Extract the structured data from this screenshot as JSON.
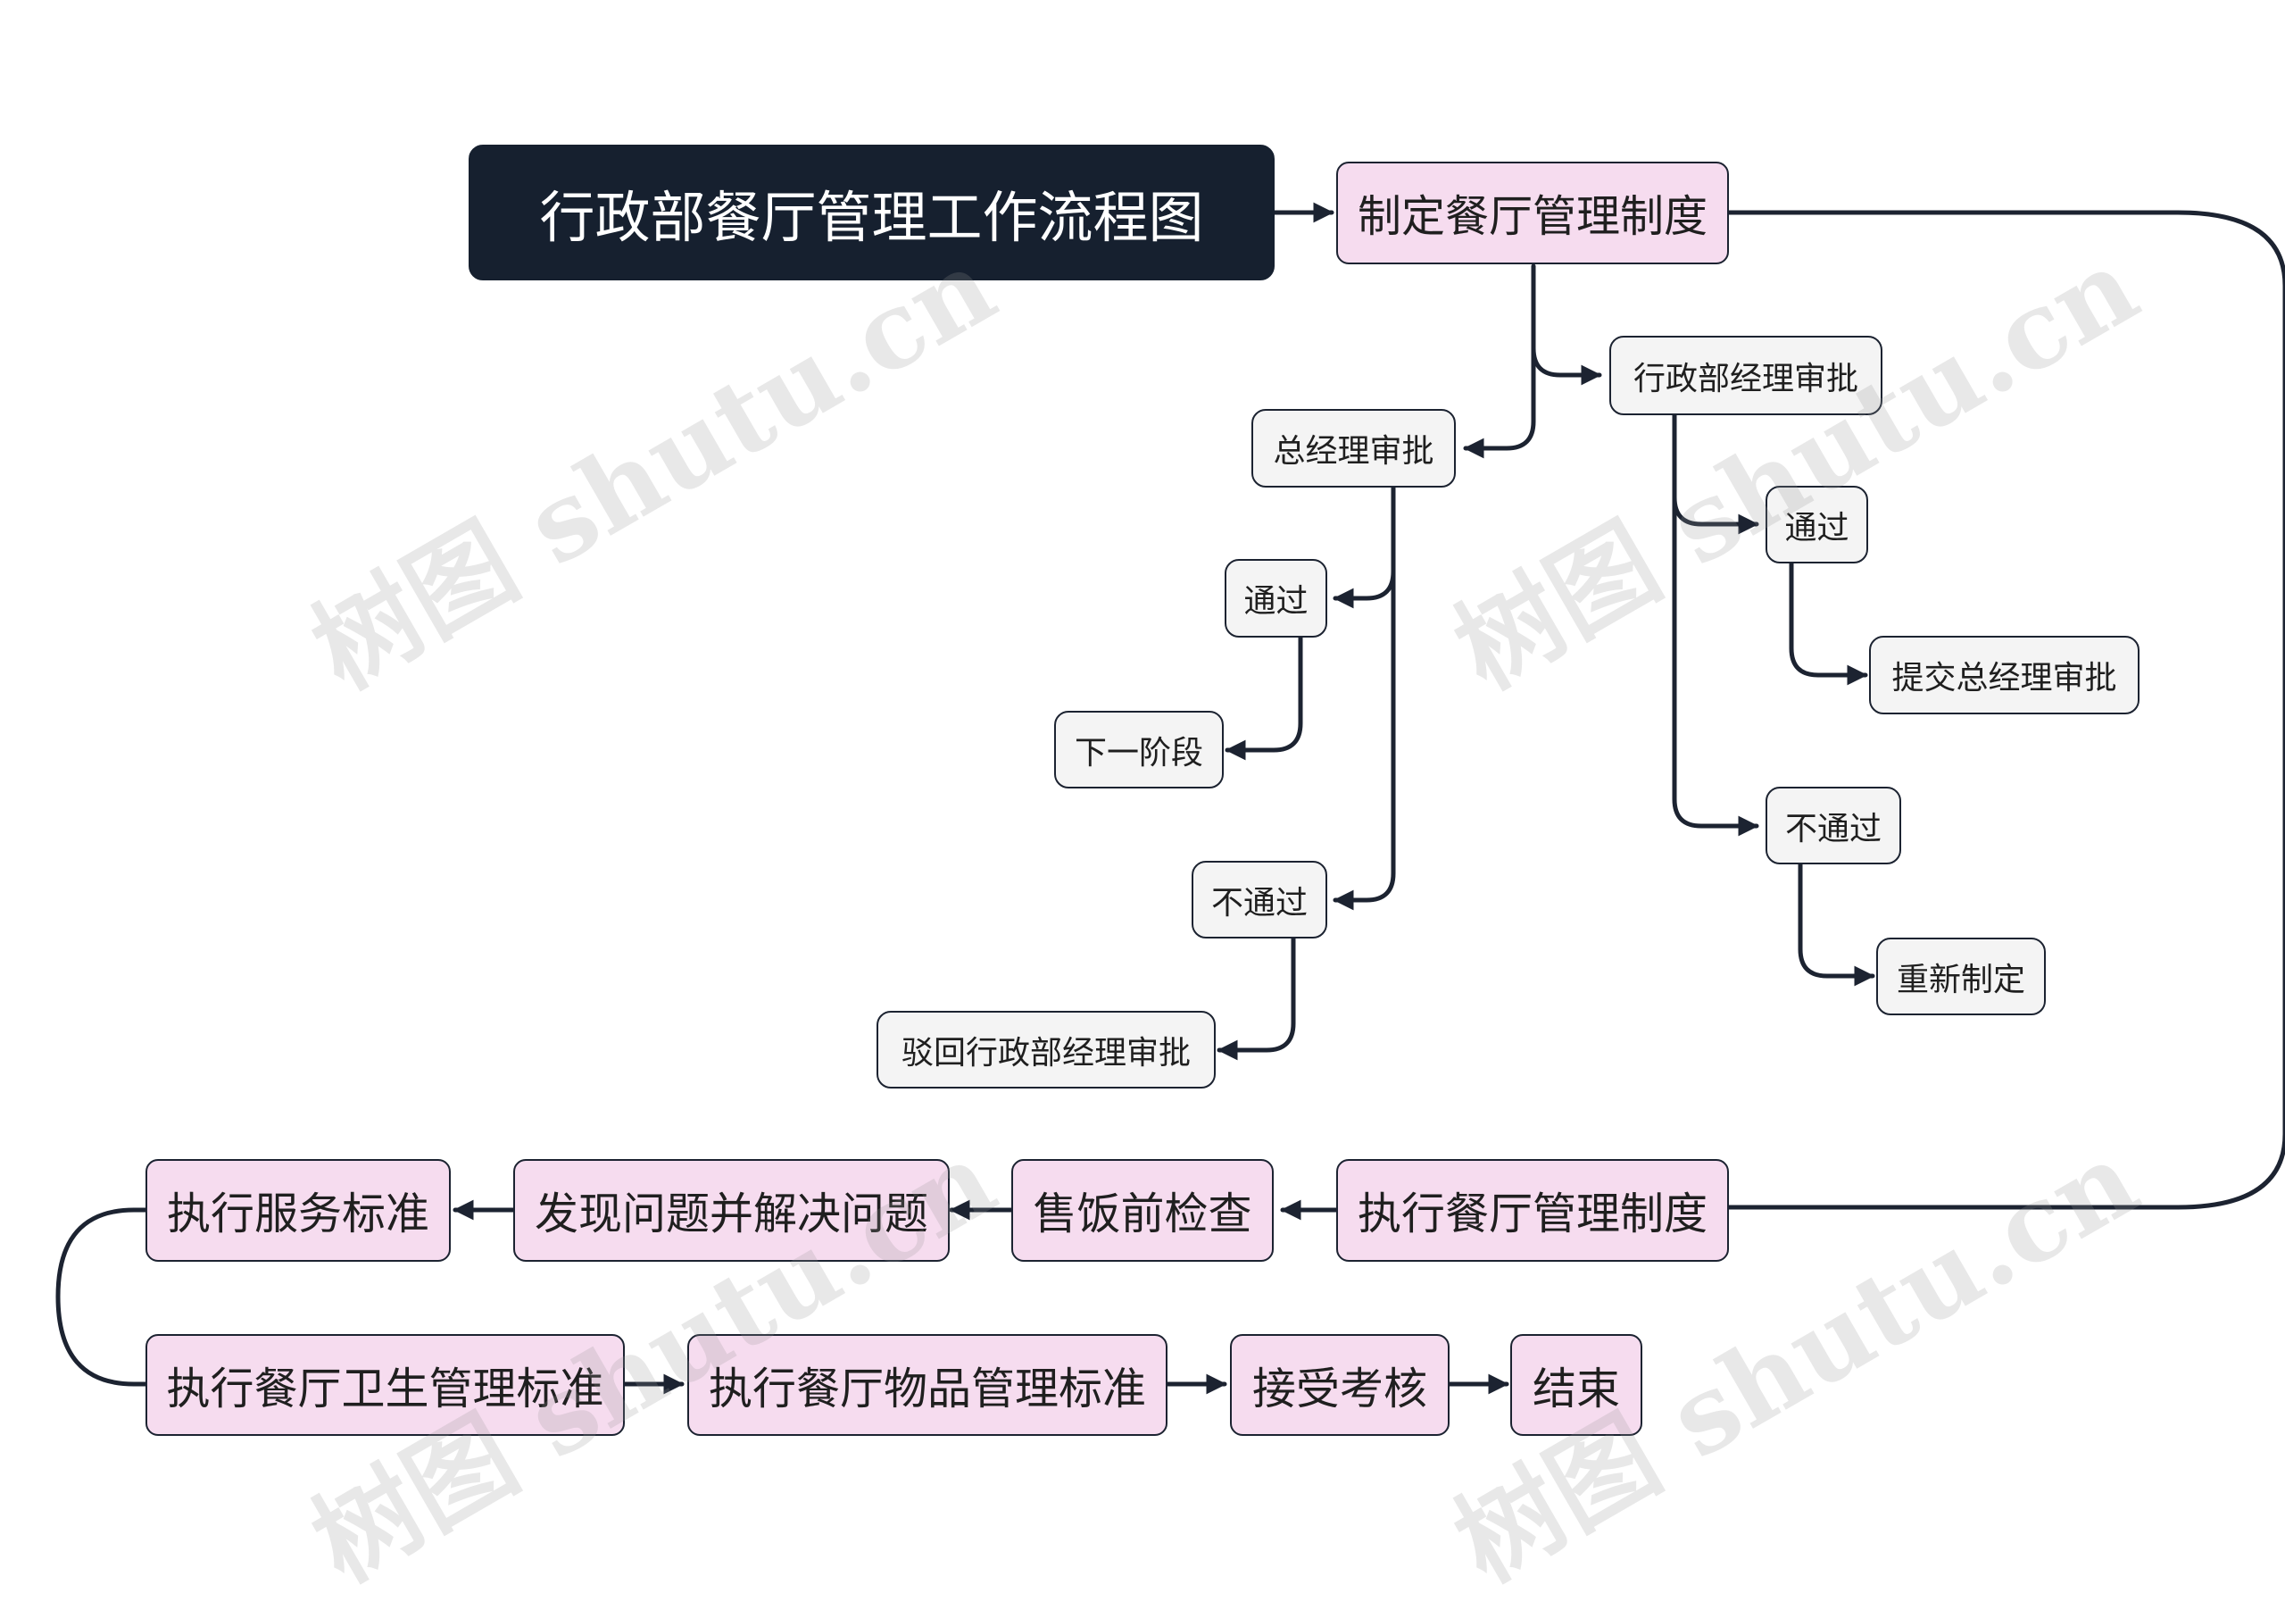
{
  "diagram": {
    "title": "行政部餐厅管理工作流程图",
    "steps": {
      "formulate": "制定餐厅管理制度",
      "admin_approve": "行政部经理审批",
      "admin_pass": "通过",
      "submit_gm": "提交总经理审批",
      "admin_fail": "不通过",
      "redo": "重新制定",
      "gm_approve": "总经理审批",
      "gm_pass": "通过",
      "next_stage": "下一阶段",
      "gm_fail": "不通过",
      "reject_back": "驳回行政部经理审批",
      "execute_rules": "执行餐厅管理制度",
      "pre_meal_check": "售饭前检查",
      "find_fix": "发现问题并解决问题",
      "service_std": "执行服务标准",
      "hygiene_std": "执行餐厅卫生管理标准",
      "goods_std": "执行餐厅物品管理标准",
      "assessment": "接受考核",
      "end": "结束"
    },
    "watermark": "树图 shutu.cn"
  },
  "colors": {
    "title_bg": "#16202f",
    "main_node_bg": "#f6dcef",
    "sub_node_bg": "#f4f4f4",
    "edge": "#1c2331"
  }
}
